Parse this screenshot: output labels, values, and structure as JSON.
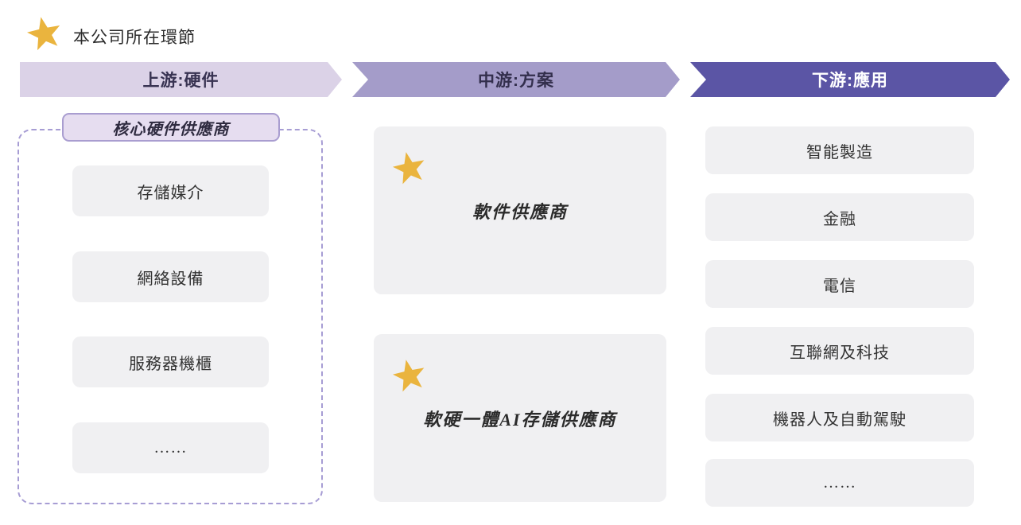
{
  "legend": {
    "label": "本公司所在環節"
  },
  "colors": {
    "star": "#eab43e",
    "banner_upstream_bg": "#dbd2e7",
    "banner_midstream_bg": "#a49cc9",
    "banner_downstream_bg": "#5b55a5",
    "banner_downstream_text": "#ffffff",
    "card_bg": "#f0f0f2",
    "dashed_border": "#a79dd4",
    "pill_bg": "#e6ddf0"
  },
  "chain": {
    "upstream": {
      "banner": "上游:硬件",
      "group_label": "核心硬件供應商",
      "items": [
        "存儲媒介",
        "網絡設備",
        "服務器機櫃",
        "……"
      ]
    },
    "midstream": {
      "banner": "中游:方案",
      "cards": [
        {
          "label": "軟件供應商",
          "starred": true
        },
        {
          "label": "軟硬一體AI存儲供應商",
          "starred": true
        }
      ]
    },
    "downstream": {
      "banner": "下游:應用",
      "items": [
        "智能製造",
        "金融",
        "電信",
        "互聯網及科技",
        "機器人及自動駕駛",
        "……"
      ]
    }
  }
}
